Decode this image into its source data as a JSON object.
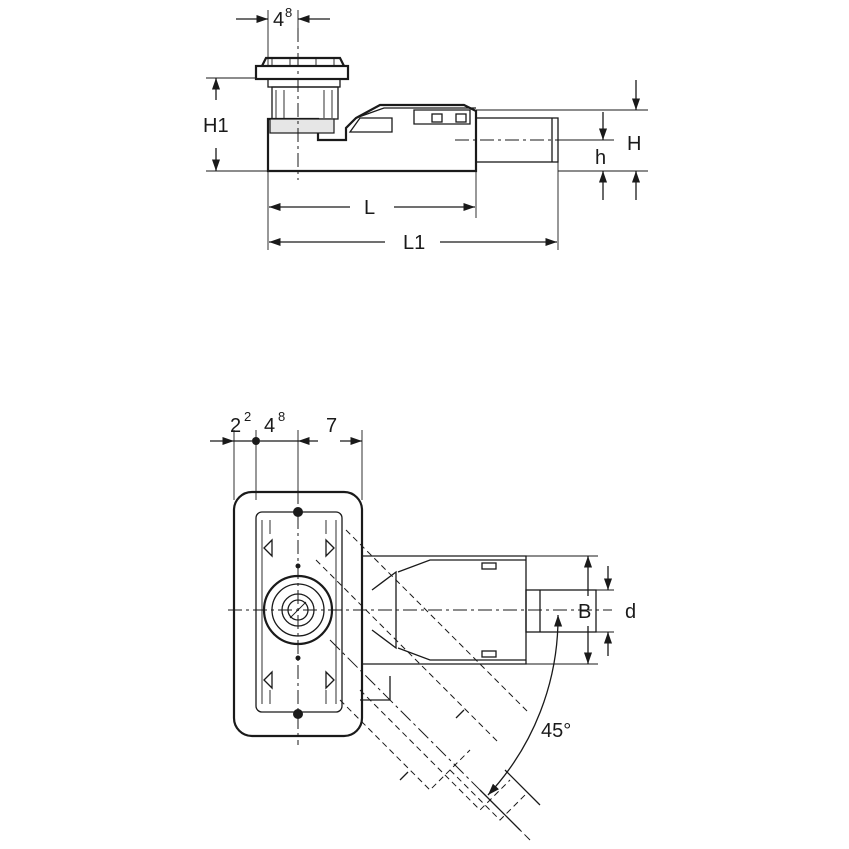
{
  "side_view": {
    "dim_top_base": "4",
    "dim_top_sup": "8",
    "dim_h1": "H1",
    "dim_h_big": "H",
    "dim_h_small": "h",
    "dim_l": "L",
    "dim_l1": "L1"
  },
  "top_view": {
    "dim_a_base": "2",
    "dim_a_sup": "2",
    "dim_b_base": "4",
    "dim_b_sup": "8",
    "dim_c": "7",
    "dim_b_letter": "B",
    "dim_d_letter": "d",
    "angle_label": "45°"
  }
}
